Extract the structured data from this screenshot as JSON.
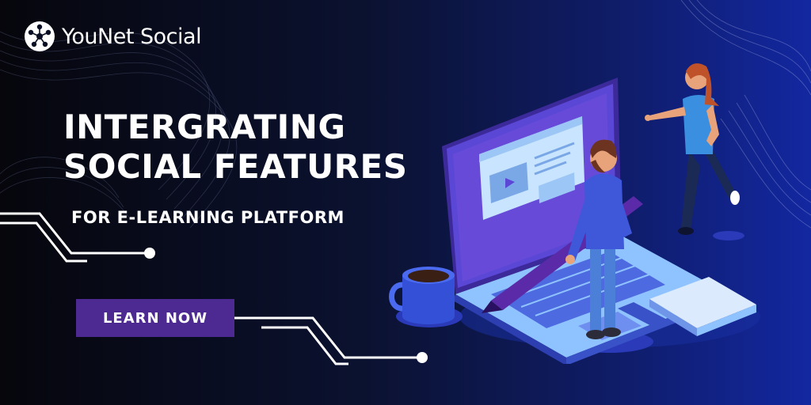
{
  "brand": {
    "name": "YouNet Social",
    "icon": "younet-logo-icon"
  },
  "headline": {
    "line1": "INTERGRATING",
    "line2": "SOCIAL FEATURES"
  },
  "subheadline": "FOR E-LEARNING PLATFORM",
  "cta": {
    "label": "LEARN NOW"
  },
  "colors": {
    "background_dark": "#06060c",
    "background_blue": "#1327a0",
    "button": "#4d2a91",
    "text": "#ffffff"
  },
  "illustration": {
    "icon": "e-learning-laptop-illustration",
    "elements": [
      "laptop",
      "video-player-screen",
      "man-with-pen",
      "woman-pointing",
      "coffee-mug",
      "notebook"
    ]
  }
}
